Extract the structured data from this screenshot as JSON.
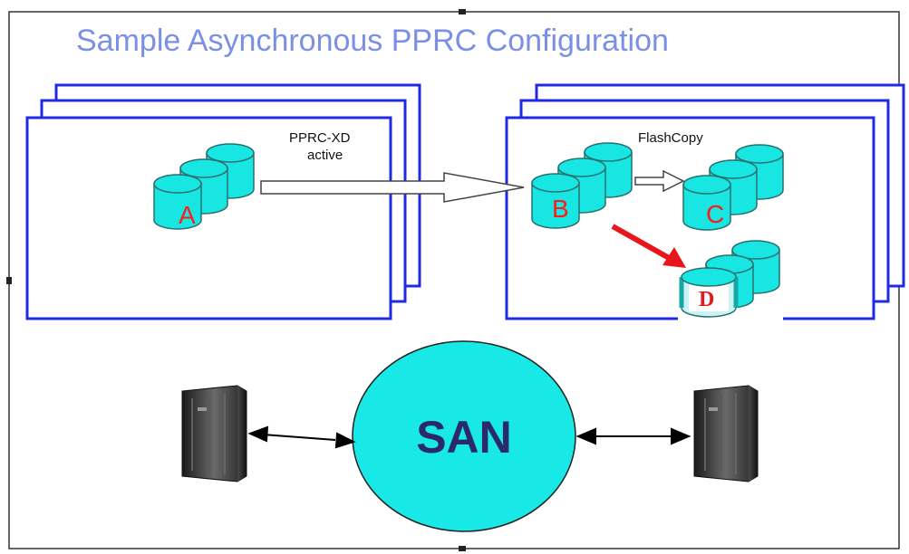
{
  "title": "Sample Asynchronous PPRC Configuration",
  "primary_site": {
    "link_label_line1": "PPRC-XD",
    "link_label_line2": "active",
    "volume_a": "A"
  },
  "secondary_site": {
    "flashcopy_label": "FlashCopy",
    "volume_b": "B",
    "volume_c": "C",
    "volume_d": "D"
  },
  "network": {
    "san_label": "SAN"
  },
  "colors": {
    "title": "#7b8fe6",
    "frame_border": "#1f2be0",
    "cylinder_fill": "#17e6e2",
    "cylinder_stroke": "#2b6f6f",
    "volume_letter": "#ff1a1a",
    "san_fill": "#18e8e6",
    "san_text": "#2a2a6b",
    "copy_arrow_red": "#e8161b",
    "server_body": "#3a3a3a"
  },
  "icons": {
    "left_server": "server-icon",
    "right_server": "server-icon"
  }
}
